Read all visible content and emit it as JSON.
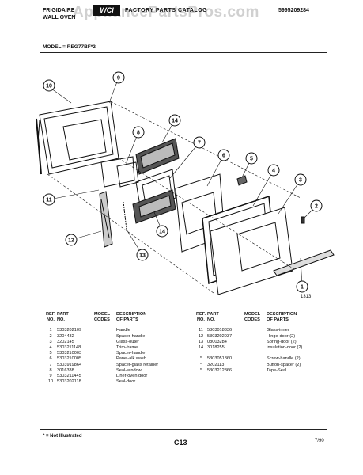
{
  "header": {
    "brand_line1": "FRIGIDAIRE",
    "brand_line2": "WALL OVEN",
    "logo_text": "WCI",
    "catalog_title": "FACTORY PARTS CATALOG",
    "catalog_number": "5995209284",
    "watermark": "AppliancePartsPros.com"
  },
  "model_line": "MODEL = REG77BF*2",
  "figure_number": "1313",
  "callouts": [
    "1",
    "2",
    "3",
    "4",
    "5",
    "6",
    "7",
    "8",
    "9",
    "10",
    "11",
    "12",
    "13",
    "14",
    "14"
  ],
  "parts_table": {
    "headers": {
      "ref": [
        "REF.",
        "NO."
      ],
      "part": [
        "PART",
        "NO."
      ],
      "model": [
        "MODEL",
        "CODES"
      ],
      "desc": [
        "DESCRIPTION",
        "OF PARTS"
      ]
    },
    "left_rows": [
      {
        "ref": "1",
        "part": "5303202109",
        "model": "",
        "desc": "Handle"
      },
      {
        "ref": "2",
        "part": "3204432",
        "model": "",
        "desc": "Spacer-handle"
      },
      {
        "ref": "3",
        "part": "3202145",
        "model": "",
        "desc": "Glass-outer"
      },
      {
        "ref": "4",
        "part": "5303211148",
        "model": "",
        "desc": "Trim-frame"
      },
      {
        "ref": "5",
        "part": "5303210003",
        "model": "",
        "desc": "Spacer-handle"
      },
      {
        "ref": "6",
        "part": "5303210005",
        "model": "",
        "desc": "Panel-alk wash"
      },
      {
        "ref": "7",
        "part": "5303919864",
        "model": "",
        "desc": "Spacer-glass retainer"
      },
      {
        "ref": "8",
        "part": "3016338",
        "model": "",
        "desc": "Seal-window"
      },
      {
        "ref": "9",
        "part": "5303211445",
        "model": "",
        "desc": "Liner-oven door"
      },
      {
        "ref": "10",
        "part": "5303202118",
        "model": "",
        "desc": "Seal-door"
      }
    ],
    "right_rows": [
      {
        "ref": "11",
        "part": "5303018336",
        "model": "",
        "desc": "Glass-inner"
      },
      {
        "ref": "12",
        "part": "5303202037",
        "model": "",
        "desc": "Hinge-door (2)"
      },
      {
        "ref": "13",
        "part": "08003284",
        "model": "",
        "desc": "Spring-door (2)"
      },
      {
        "ref": "14",
        "part": "3018255",
        "model": "",
        "desc": "Insulation-door (2)"
      },
      {
        "ref": "",
        "part": "",
        "model": "",
        "desc": ""
      },
      {
        "ref": "*",
        "part": "5303051860",
        "model": "",
        "desc": "Screw-handle (2)"
      },
      {
        "ref": "*",
        "part": "3202113",
        "model": "",
        "desc": "Button-spacer (2)"
      },
      {
        "ref": "*",
        "part": "5303212866",
        "model": "",
        "desc": "Tape-Seal"
      }
    ]
  },
  "footer": {
    "note": "* = Not Illustrated",
    "page": "C13",
    "date": "7/90"
  }
}
